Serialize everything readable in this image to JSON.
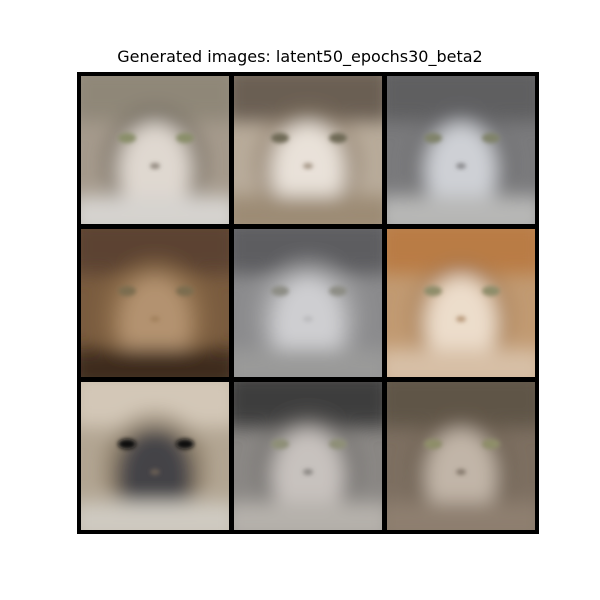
{
  "title": "Generated images: latent50_epochs30_beta2",
  "grid": {
    "rows": 3,
    "cols": 3,
    "cells": [
      {
        "name": "cat-face-1-1",
        "bg": "#a59a8c",
        "top": "#8f8778",
        "center": "#e9e2da",
        "lower": "#d6d3cf",
        "eye": "#8a8f6a",
        "accent": "#6f675c"
      },
      {
        "name": "cat-face-1-2",
        "bg": "#b8ab9a",
        "top": "#6b5f52",
        "center": "#f2ebe3",
        "lower": "#9c8b75",
        "eye": "#6f6a57",
        "accent": "#8a7a66"
      },
      {
        "name": "cat-face-1-3",
        "bg": "#7a7a7c",
        "top": "#5e5e60",
        "center": "#d9dbe0",
        "lower": "#b7b7b6",
        "eye": "#80836b",
        "accent": "#6c6c6e"
      },
      {
        "name": "cat-face-2-1",
        "bg": "#7a5c3f",
        "top": "#5b4230",
        "center": "#b89774",
        "lower": "#3d2a1c",
        "eye": "#7c6d4f",
        "accent": "#9b7a54"
      },
      {
        "name": "cat-face-2-2",
        "bg": "#8b8b8d",
        "top": "#5d5d60",
        "center": "#d4d4d6",
        "lower": "#9a9a99",
        "eye": "#8d8d85",
        "accent": "#b3b3b5"
      },
      {
        "name": "cat-face-2-3",
        "bg": "#c19a72",
        "top": "#b97b44",
        "center": "#f3e6d7",
        "lower": "#d7bfa6",
        "eye": "#8f8d6a",
        "accent": "#a47e58"
      },
      {
        "name": "cat-face-3-1",
        "bg": "#b2a592",
        "top": "#d3c7b7",
        "center": "#3b3c42",
        "lower": "#cfcac1",
        "eye": "#111111",
        "accent": "#7b6b58"
      },
      {
        "name": "cat-face-3-2",
        "bg": "#8a8784",
        "top": "#3e3d3d",
        "center": "#cfcbc6",
        "lower": "#b5b1ab",
        "eye": "#8e8f77",
        "accent": "#6f6c69"
      },
      {
        "name": "cat-face-3-3",
        "bg": "#7d6f61",
        "top": "#5f5447",
        "center": "#cbbeb0",
        "lower": "#8e7f70",
        "eye": "#8e8e69",
        "accent": "#6b5e51"
      }
    ]
  }
}
